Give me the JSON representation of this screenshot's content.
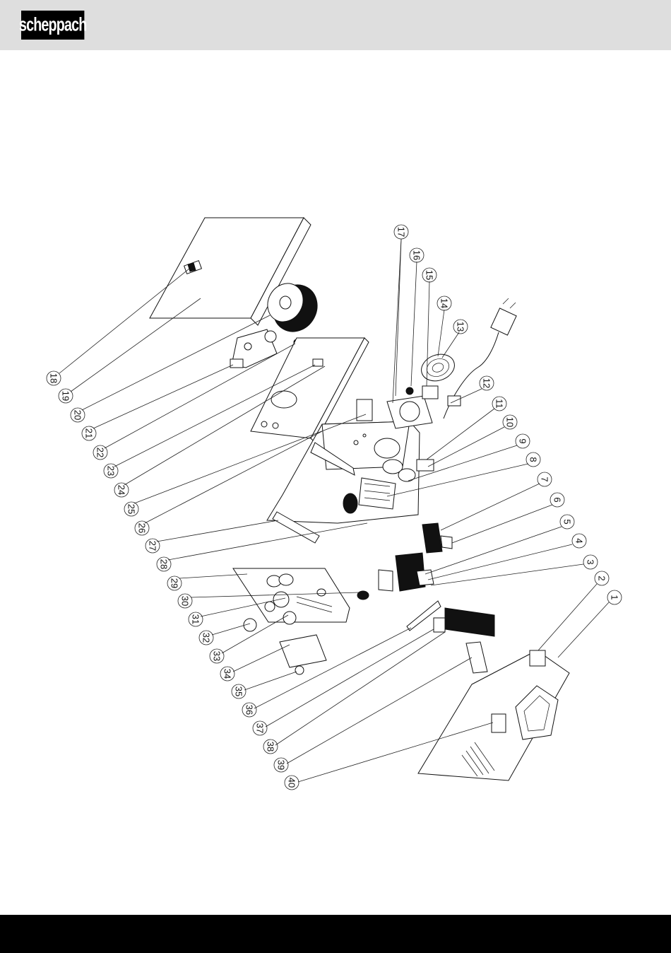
{
  "header": {
    "logo_text": "scheppach",
    "band_color": "#dedede"
  },
  "diagram": {
    "callouts": [
      {
        "n": "1"
      },
      {
        "n": "2"
      },
      {
        "n": "3"
      },
      {
        "n": "4"
      },
      {
        "n": "5"
      },
      {
        "n": "6"
      },
      {
        "n": "7"
      },
      {
        "n": "8"
      },
      {
        "n": "9"
      },
      {
        "n": "10"
      },
      {
        "n": "11"
      },
      {
        "n": "12"
      },
      {
        "n": "13"
      },
      {
        "n": "14"
      },
      {
        "n": "15"
      },
      {
        "n": "16"
      },
      {
        "n": "17"
      },
      {
        "n": "18"
      },
      {
        "n": "19"
      },
      {
        "n": "20"
      },
      {
        "n": "21"
      },
      {
        "n": "22"
      },
      {
        "n": "23"
      },
      {
        "n": "24"
      },
      {
        "n": "25"
      },
      {
        "n": "26"
      },
      {
        "n": "27"
      },
      {
        "n": "28"
      },
      {
        "n": "29"
      },
      {
        "n": "30"
      },
      {
        "n": "31"
      },
      {
        "n": "32"
      },
      {
        "n": "33"
      },
      {
        "n": "34"
      },
      {
        "n": "35"
      },
      {
        "n": "36"
      },
      {
        "n": "37"
      },
      {
        "n": "38"
      },
      {
        "n": "39"
      },
      {
        "n": "40"
      }
    ]
  },
  "footer": {
    "band_color": "#000000"
  }
}
